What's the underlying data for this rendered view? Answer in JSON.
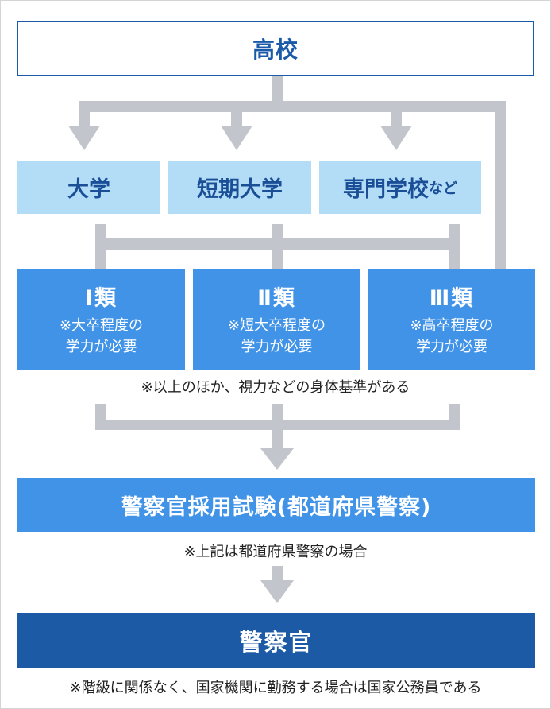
{
  "top": {
    "label": "高校"
  },
  "schools": [
    {
      "label": "大学",
      "suffix": ""
    },
    {
      "label": "短期大学",
      "suffix": ""
    },
    {
      "label": "専門学校",
      "suffix": "など"
    }
  ],
  "categories": [
    {
      "title": "Ⅰ類",
      "desc": "※大卒程度の\n学力が必要"
    },
    {
      "title": "Ⅱ類",
      "desc": "※短大卒程度の\n学力が必要"
    },
    {
      "title": "Ⅲ類",
      "desc": "※高卒程度の\n学力が必要"
    }
  ],
  "note_categories": "※以上のほか、視力などの身体基準がある",
  "exam": {
    "label": "警察官採用試験(都道府県警察)"
  },
  "note_exam": "※上記は都道府県警察の場合",
  "final": {
    "label": "警察官"
  },
  "note_final": "※階級に関係なく、国家機関に勤務する場合は国家公務員である",
  "colors": {
    "connector": "#c2c5cc",
    "school_fill": "#b3dcf6",
    "category_fill": "#4193e8",
    "final_fill": "#1c5aa6",
    "top_border": "#1a5aa8"
  }
}
